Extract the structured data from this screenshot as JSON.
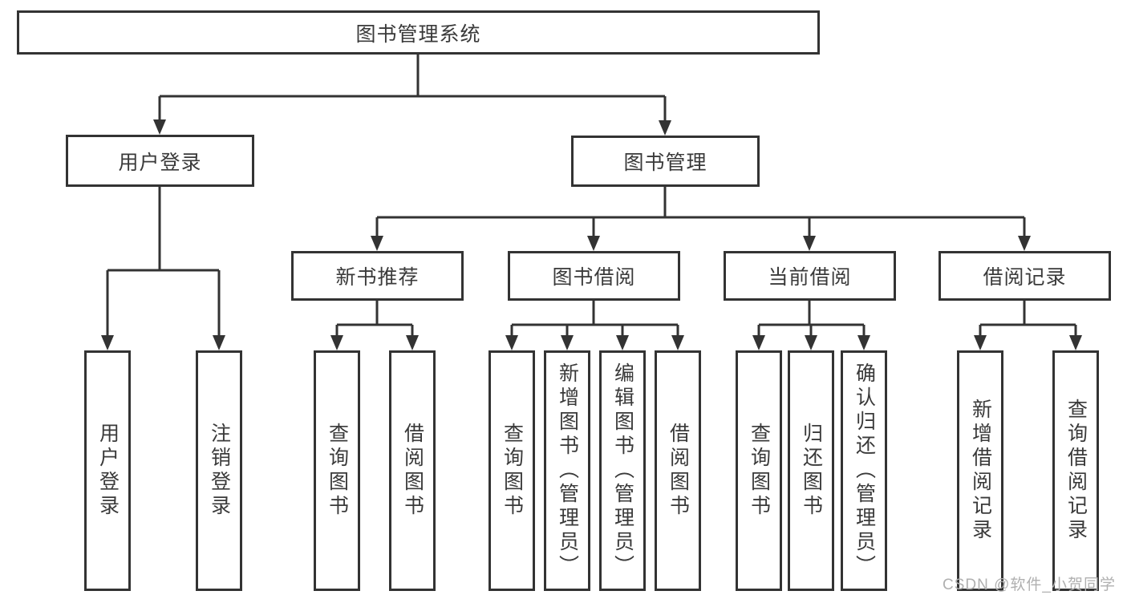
{
  "tree": {
    "root": {
      "label": "图书管理系统"
    },
    "children": [
      {
        "label": "用户登录",
        "children": [
          {
            "label": "用户登录"
          },
          {
            "label": "注销登录"
          }
        ]
      },
      {
        "label": "图书管理",
        "children": [
          {
            "label": "新书推荐",
            "children": [
              {
                "label": "查询图书"
              },
              {
                "label": "借阅图书"
              }
            ]
          },
          {
            "label": "图书借阅",
            "children": [
              {
                "label": "查询图书"
              },
              {
                "label": "新增图书（管理员）"
              },
              {
                "label": "编辑图书（管理员）"
              },
              {
                "label": "借阅图书"
              }
            ]
          },
          {
            "label": "当前借阅",
            "children": [
              {
                "label": "查询图书"
              },
              {
                "label": "归还图书"
              },
              {
                "label": "确认归还（管理员）"
              }
            ]
          },
          {
            "label": "借阅记录",
            "children": [
              {
                "label": "新增借阅记录"
              },
              {
                "label": "查询借阅记录"
              }
            ]
          }
        ]
      }
    ]
  },
  "watermark": {
    "text": "CSDN @软件_小贺同学"
  },
  "style": {
    "line_color": "#333333",
    "text_color": "#3a3a3a",
    "watermark_color": "#b0b0b0",
    "bg_color": "#ffffff"
  }
}
